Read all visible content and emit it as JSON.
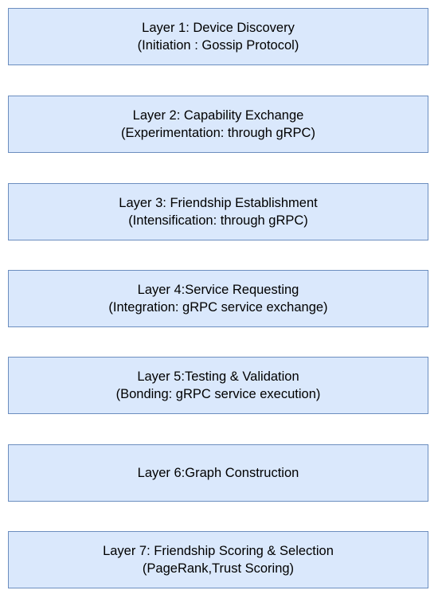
{
  "colors": {
    "box_fill": "#dae8fc",
    "box_border": "#6c8ebf",
    "text": "#000000",
    "background": "#ffffff"
  },
  "layers": [
    {
      "title": "Layer 1: Device Discovery",
      "subtitle": "(Initiation : Gossip Protocol)"
    },
    {
      "title": "Layer 2: Capability Exchange",
      "subtitle": "(Experimentation: through gRPC)"
    },
    {
      "title": "Layer 3: Friendship Establishment",
      "subtitle": "(Intensification: through gRPC)"
    },
    {
      "title": "Layer 4:Service Requesting",
      "subtitle": "(Integration: gRPC service exchange)"
    },
    {
      "title": "Layer 5:Testing & Validation",
      "subtitle": "(Bonding: gRPC service execution)"
    },
    {
      "title": "Layer 6:Graph Construction",
      "subtitle": ""
    },
    {
      "title": "Layer 7: Friendship Scoring & Selection",
      "subtitle": "(PageRank,Trust Scoring)"
    }
  ]
}
